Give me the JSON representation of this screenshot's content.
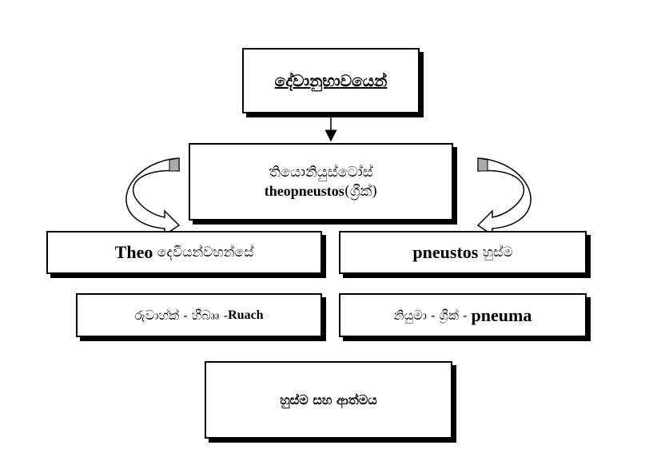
{
  "diagram": {
    "top_box": {
      "text": "දේවානුභාවයෙන්"
    },
    "center_box": {
      "line1": "තියොනියුස්ටෝස්",
      "line2_latin": "theopneustos",
      "line2_suffix": "(ග්‍රීක්)"
    },
    "theo_box": {
      "latin": "Theo",
      "sinhala": "දෙවියන්වහන්සේ"
    },
    "pneustos_box": {
      "latin": "pneustos",
      "sinhala": "හුස්ම"
    },
    "ruach_box": {
      "sinhala": "රුවාහ්ක් - හීබෲ -",
      "latin": "Ruach"
    },
    "pneuma_box": {
      "sinhala": "නියුමා - ග්‍රීක් - ",
      "latin": "pneuma"
    },
    "bottom_box": {
      "text": "හුස්ම සහ ආත්මය"
    }
  }
}
